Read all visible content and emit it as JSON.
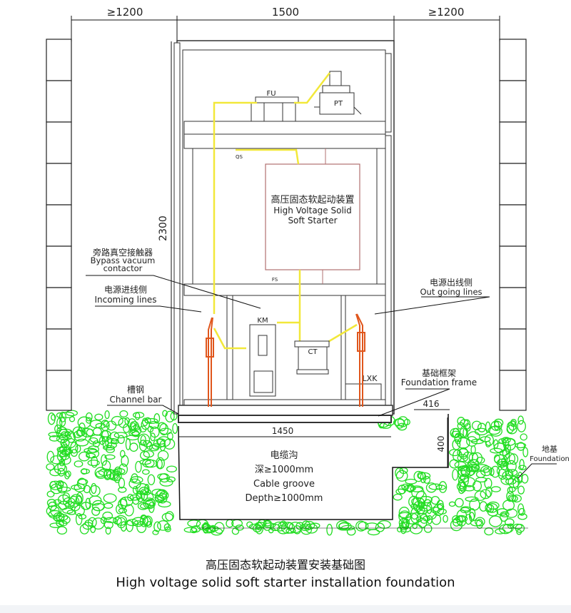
{
  "dimensions": {
    "left_clearance": "≥1200",
    "cabinet_width": "1500",
    "right_clearance": "≥1200",
    "cabinet_height": "2300",
    "base_width": "1450",
    "step_width": "416",
    "step_depth": "400"
  },
  "components": {
    "fu": "FU",
    "pt": "PT",
    "km": "KM",
    "ct": "CT",
    "lxk": "LXK",
    "qs": "QS",
    "fs": "FS"
  },
  "starter_panel": {
    "zh": "高压固态软起动装置",
    "en1": "High Voltage Solid",
    "en2": "Soft Starter"
  },
  "labels": {
    "bypass_zh": "旁路真空接触器",
    "bypass_en1": "Bypass vacuum",
    "bypass_en2": "contactor",
    "incoming_zh": "电源进线侧",
    "incoming_en": "Incoming lines",
    "outgoing_zh": "电源出线侧",
    "outgoing_en": "Out going lines",
    "channel_zh": "槽钢",
    "channel_en": "Channel bar",
    "frame_zh": "基础框架",
    "frame_en": "Foundation frame",
    "foundation_zh": "地基",
    "foundation_en": "Foundation"
  },
  "groove": {
    "zh": "电缆沟",
    "depth_zh": "深≥1000mm",
    "en": "Cable groove",
    "depth_en": "Depth≥1000mm"
  },
  "caption": {
    "zh": "高压固态软起动装置安装基础图",
    "en": "High voltage solid soft starter installation foundation"
  },
  "colors": {
    "cable": "#f2e83a",
    "conductor": "#e0561c",
    "ground": "#22dd22",
    "panel": "#b07070"
  }
}
